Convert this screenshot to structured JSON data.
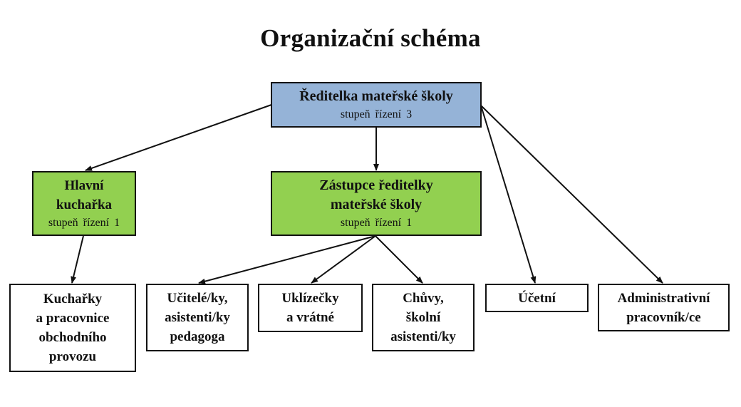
{
  "title": "Organizační schéma",
  "colors": {
    "director_fill": "#95b3d7",
    "deputy_fill": "#92d050",
    "staff_fill": "#ffffff",
    "border": "#111111"
  },
  "nodes": {
    "director": {
      "name": "Ředitelka mateřské školy",
      "level": "stupeň řízení  3"
    },
    "head_cook": {
      "name": "Hlavní\nkuchařka",
      "level": "stupeň řízení  1"
    },
    "deputy": {
      "name": "Zástupce ředitelky\nmateřské školy",
      "level": "stupeň řízení  1"
    },
    "cooks": {
      "name": "Kuchařky\na pracovnice\nobchodního\nprovozu"
    },
    "teachers": {
      "name": "Učitelé/ky,\nasistenti/ky\npedagoga"
    },
    "cleaners": {
      "name": "Uklízečky\na vrátné"
    },
    "nannies": {
      "name": "Chůvy,\nškolní\nasistenti/ky"
    },
    "accountant": {
      "name": "Účetní"
    },
    "admin": {
      "name": "Administrativní\npracovník/ce"
    }
  },
  "edges": [
    {
      "from": "director",
      "to": "head_cook"
    },
    {
      "from": "director",
      "to": "deputy"
    },
    {
      "from": "director",
      "to": "accountant"
    },
    {
      "from": "director",
      "to": "admin"
    },
    {
      "from": "head_cook",
      "to": "cooks"
    },
    {
      "from": "deputy",
      "to": "teachers"
    },
    {
      "from": "deputy",
      "to": "cleaners"
    },
    {
      "from": "deputy",
      "to": "nannies"
    }
  ]
}
